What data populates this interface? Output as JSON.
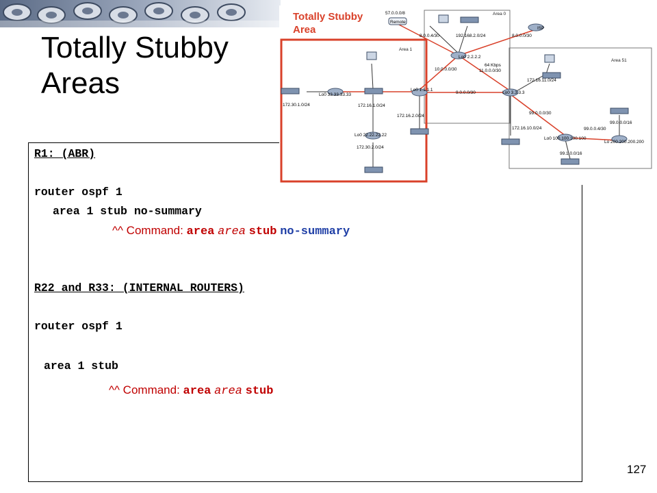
{
  "slide": {
    "title_line1": "Totally Stubby",
    "title_line2": "Areas",
    "page_number": "127"
  },
  "code": {
    "r1_heading": "R1: (ABR)",
    "r1_cmd1": "router ospf 1",
    "r1_cmd2": "area 1 stub no-summary",
    "r1_note_prefix": "^^ Command: ",
    "r1_note_k1": "area",
    "r1_note_v1": "area",
    "r1_note_k2": "stub",
    "r1_note_b1": "no-summary",
    "r2_heading": "R22 and R33: (INTERNAL ROUTERS)",
    "r2_cmd1": "router ospf 1",
    "r2_cmd2": "area 1 stub",
    "r2_note_prefix": "^^ Command: ",
    "r2_note_k1": "area",
    "r2_note_v1": "area",
    "r2_note_k2": "stub"
  },
  "diagram": {
    "caption_line1": "Totally Stubby",
    "caption_line2": "Area",
    "area0_label": "Area 0",
    "area1_label": "Area 1",
    "area51_label": "Area 51",
    "colors": {
      "area1_border": "#d9412a",
      "link_red": "#d9412a",
      "caption": "#d9412a"
    },
    "labels": {
      "net_57": "57.0.0.0/8",
      "remote": "Remote",
      "isp": "ISP",
      "net_8_4": "8.0.0.4/30",
      "net_192": "192.168.2.0/24",
      "net_8_0": "8.0.0.0/30",
      "lo0_2": "Lo0 2.2.2.2",
      "net_10": "10.0.0.0/30",
      "kbps": "64 Kbps",
      "net_11": "11.0.0.0/30",
      "lo0_33": "Lo0 33.33.33.33",
      "lo0_1": "Lo0 1.1.1.1",
      "net_9": "9.0.0.0/30",
      "lo0_3": "Lo0 3.3.3.3",
      "net_172_30_1": "172.30.1.0/24",
      "net_172_16_1": "172.16.1.0/24",
      "net_172_16_2": "172.16.2.0/24",
      "net_172_16_11": "172.16.11.0/24",
      "lo0_22": "Lo0 22.22.22.22",
      "net_172_30_2": "172.30.2.0/24",
      "net_99_0": "99.0.0.0/30",
      "net_172_16_10": "172.16.10.0/24",
      "net_99_4": "99.0.0.4/30",
      "net_99_16": "99.0.0.0/16",
      "lo0_100": "Lo0 100.100.100.100",
      "lo_200": "Lo 200.200.200.200",
      "net_99_1": "99.1.0.0/16"
    }
  }
}
